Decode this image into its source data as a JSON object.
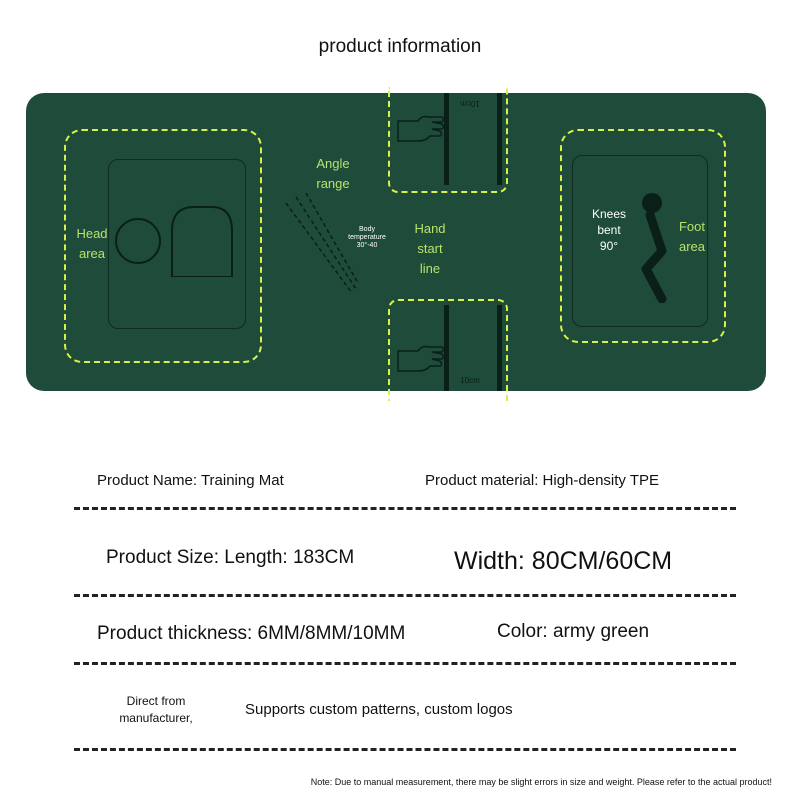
{
  "title": "product information",
  "mat": {
    "color": "#1f4b3a",
    "accent": "#d8f04a",
    "labels": {
      "head_area": [
        "Head",
        "area"
      ],
      "angle_range": [
        "Angle",
        "range"
      ],
      "body_temperature": [
        "Body",
        "temperature",
        "30°-40"
      ],
      "hand_start_line": [
        "Hand",
        "start",
        "line"
      ],
      "knees_bent": [
        "Knees",
        "bent",
        "90°"
      ],
      "foot_area": [
        "Foot",
        "area"
      ],
      "ruler_top": "10cm",
      "ruler_bottom": "10cm"
    }
  },
  "specs": {
    "product_name": "Product Name: Training Mat",
    "material": "Product material: High-density TPE",
    "size": "Product Size: Length: 183CM",
    "width": "Width: 80CM/60CM",
    "thickness": "Product thickness: 6MM/8MM/10MM",
    "color": "Color: army green",
    "direct": [
      "Direct from",
      "manufacturer,"
    ],
    "custom": "Supports custom patterns, custom logos"
  },
  "note": "Note: Due to manual measurement, there may be slight errors in size and weight. Please refer to the actual product!"
}
